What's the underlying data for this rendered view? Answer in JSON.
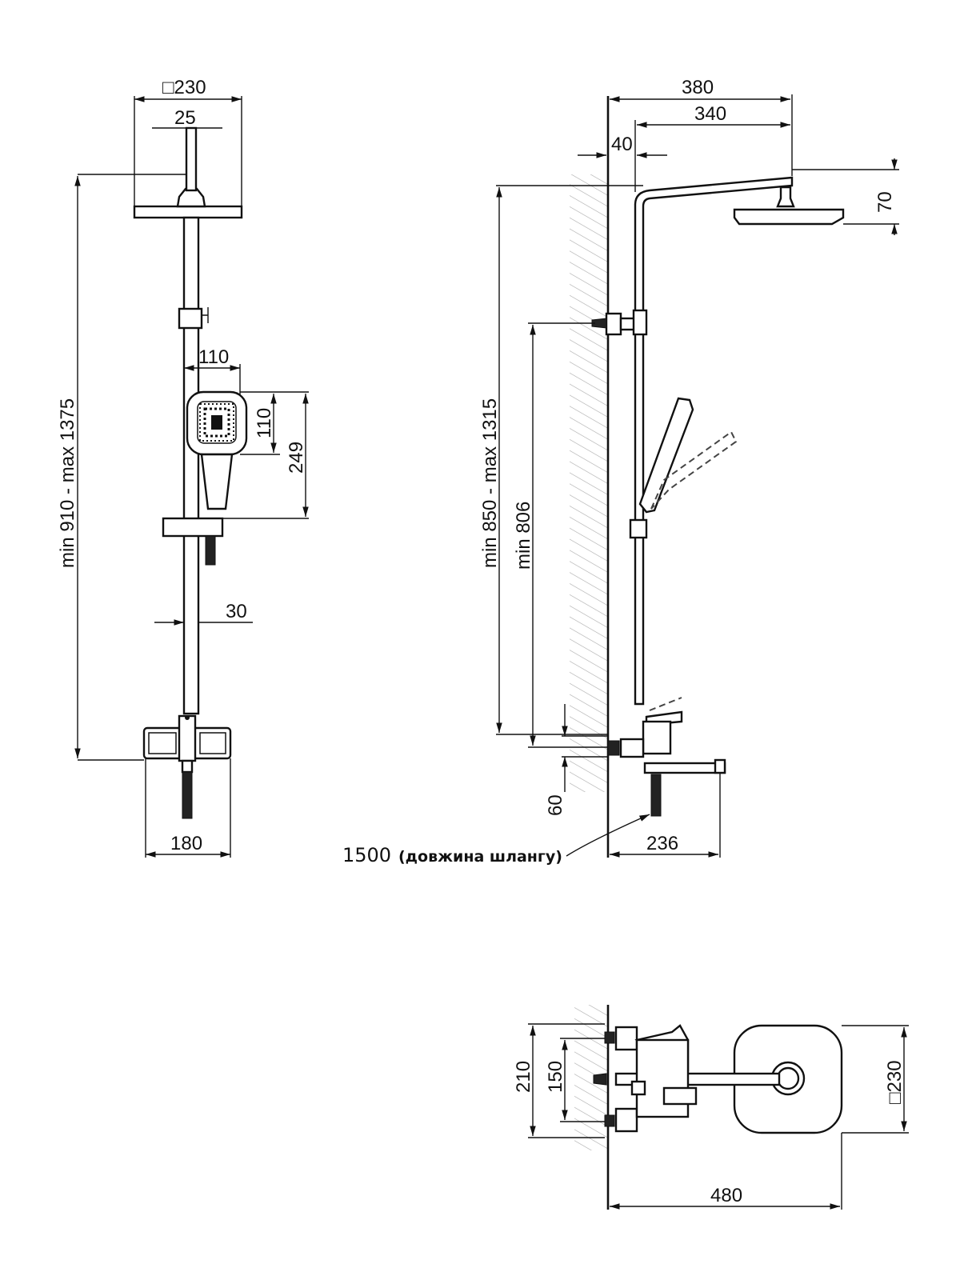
{
  "front_view": {
    "head_size": "□230",
    "arm_width": "25",
    "hand_width": "110",
    "hand_height": "110",
    "hand_total": "249",
    "total_height": "min 910 - max 1375",
    "pipe_width": "30",
    "mixer_width": "180"
  },
  "side_view": {
    "projection": "380",
    "arm_length": "340",
    "wall_gap": "40",
    "head_height": "70",
    "total_height": "min 850 - max 1315",
    "holder_height": "min 806",
    "outlet_height": "60",
    "spout_depth": "236",
    "hose_length": "1500",
    "hose_note": "(довжина шлангу)"
  },
  "top_view": {
    "width": "210",
    "center_distance": "150",
    "head_size": "□230",
    "depth": "480"
  }
}
